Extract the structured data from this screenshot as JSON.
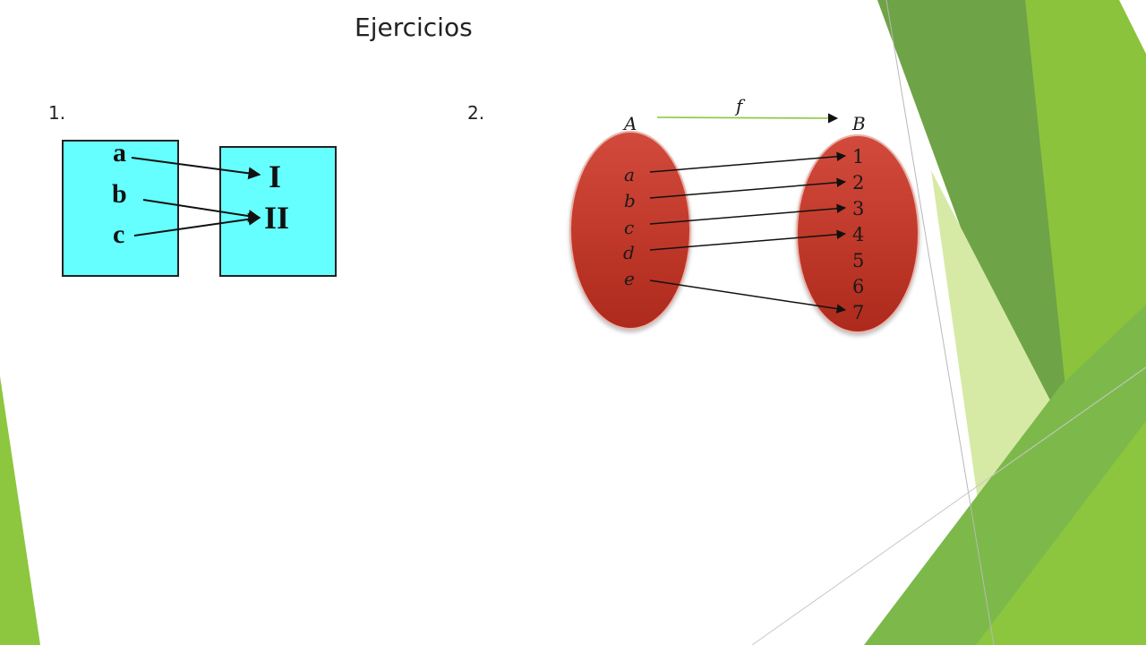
{
  "slide": {
    "title": "Ejercicios",
    "accent_colors": [
      "#8dc63f",
      "#6ca53f",
      "#d6eaa6",
      "#4e8f3a"
    ]
  },
  "exercise1": {
    "number": "1.",
    "left_items": [
      "a",
      "b",
      "c"
    ],
    "right_items": [
      "I",
      "II"
    ],
    "box_color": "#66ffff",
    "mappings": [
      [
        "a",
        "I"
      ],
      [
        "b",
        "II"
      ],
      [
        "c",
        "II"
      ]
    ]
  },
  "exercise2": {
    "number": "2.",
    "set_a_label": "A",
    "set_b_label": "B",
    "function_label": "f",
    "set_a_items": [
      "a",
      "b",
      "c",
      "d",
      "e"
    ],
    "set_b_items": [
      "1",
      "2",
      "3",
      "4",
      "5",
      "6",
      "7"
    ],
    "ellipse_color": "#c0392b",
    "mappings": [
      [
        "a",
        "1"
      ],
      [
        "b",
        "2"
      ],
      [
        "c",
        "3"
      ],
      [
        "d",
        "4"
      ],
      [
        "e",
        "7"
      ]
    ]
  }
}
